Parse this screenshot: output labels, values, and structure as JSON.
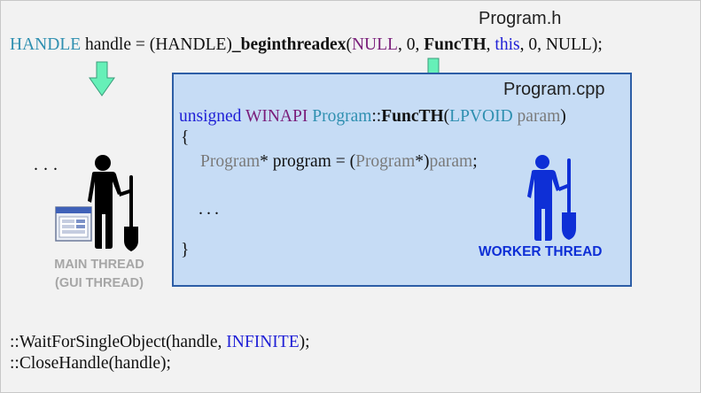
{
  "files": {
    "header": "Program.h",
    "source": "Program.cpp"
  },
  "top_line": {
    "type": "HANDLE",
    "decl": " handle = (HANDLE)",
    "func": "_beginthreadex",
    "open": "(",
    "null1": "NULL",
    "mid1": ", 0, ",
    "func_arg": "FuncTH",
    "comma": ", ",
    "this_kw": "this",
    "tail": ", 0, NULL);"
  },
  "cpp": {
    "sig_unsigned": "unsigned",
    "sig_winapi": " WINAPI ",
    "sig_class": "Program",
    "sig_scope": "::",
    "sig_func": "FuncTH",
    "sig_open": "(",
    "sig_ptype": "LPVOID",
    "sig_param": " param",
    "sig_close": ")",
    "brace_open": "{",
    "body_type": "Program",
    "body_star": "* program = (",
    "body_cast": "Program",
    "body_cast_end": "*)",
    "body_param": "param",
    "body_semi": ";",
    "ellipsis": "...",
    "brace_close": "}"
  },
  "left": {
    "ellipsis": "...",
    "main_label_1": "MAIN THREAD",
    "main_label_2": "(GUI THREAD)"
  },
  "worker_label": "WORKER THREAD",
  "bottom": {
    "wait_prefix": "::WaitForSingleObject(handle, ",
    "wait_const": "INFINITE",
    "wait_suffix": ");",
    "close": "::CloseHandle(handle);"
  },
  "colors": {
    "teal": "#2e8fb0",
    "purple": "#7a1e7a",
    "blue": "#1f1fd6",
    "arrow": "#66f0b8",
    "box_bg": "#c6dcf5",
    "box_border": "#2d5ea6",
    "main_figure": "#000000",
    "worker_figure": "#0e2fd6"
  },
  "icons": {
    "arrow": "down-arrow-icon",
    "main_figure": "worker-with-shovel-icon",
    "worker_figure": "worker-with-shovel-icon",
    "window": "window-app-icon"
  }
}
